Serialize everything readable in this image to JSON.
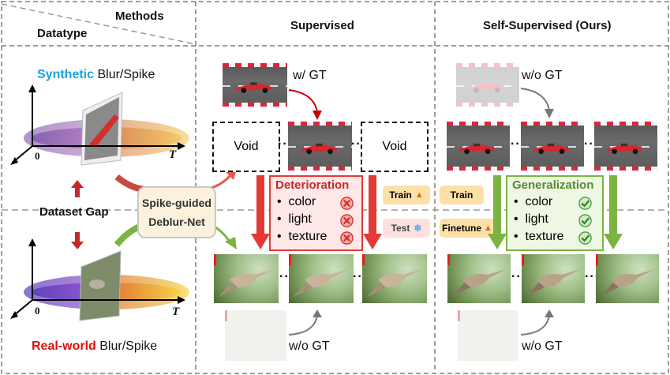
{
  "header": {
    "methods": "Methods",
    "datatype": "Datatype",
    "supervised": "Supervised",
    "self_supervised": "Self-Supervised (Ours)"
  },
  "left": {
    "synthetic_word": "Synthetic",
    "synthetic_rest": " Blur/Spike",
    "dataset_gap": "Dataset Gap",
    "realworld_word": "Real-world",
    "realworld_rest": " Blur/Spike",
    "axis_origin": "0",
    "axis_t": "T"
  },
  "net": {
    "line1": "Spike-guided",
    "line2": "Deblur-Net"
  },
  "supervised": {
    "with_gt": "w/ GT",
    "void": "Void",
    "deterioration_title": "Deterioration",
    "items": [
      "color",
      "light",
      "texture"
    ],
    "wo_gt": "w/o GT"
  },
  "pills": {
    "train1": "Train",
    "test": "Test",
    "train2": "Train",
    "finetune": "Finetune"
  },
  "self_supervised": {
    "wo_gt_top": "w/o GT",
    "generalization_title": "Generalization",
    "items": [
      "color",
      "light",
      "texture"
    ],
    "wo_gt_bottom": "w/o GT"
  },
  "colors": {
    "red": "#e53935",
    "green": "#7cb342",
    "cyan": "#1aa3e0",
    "bright_red": "#e01010",
    "pill": "#fce0a8",
    "pill_test": "#fbe0dc"
  },
  "icons": [
    "arrow-up-icon",
    "arrow-down-icon",
    "cross-icon",
    "check-icon",
    "flame-icon",
    "snowflake-icon"
  ]
}
